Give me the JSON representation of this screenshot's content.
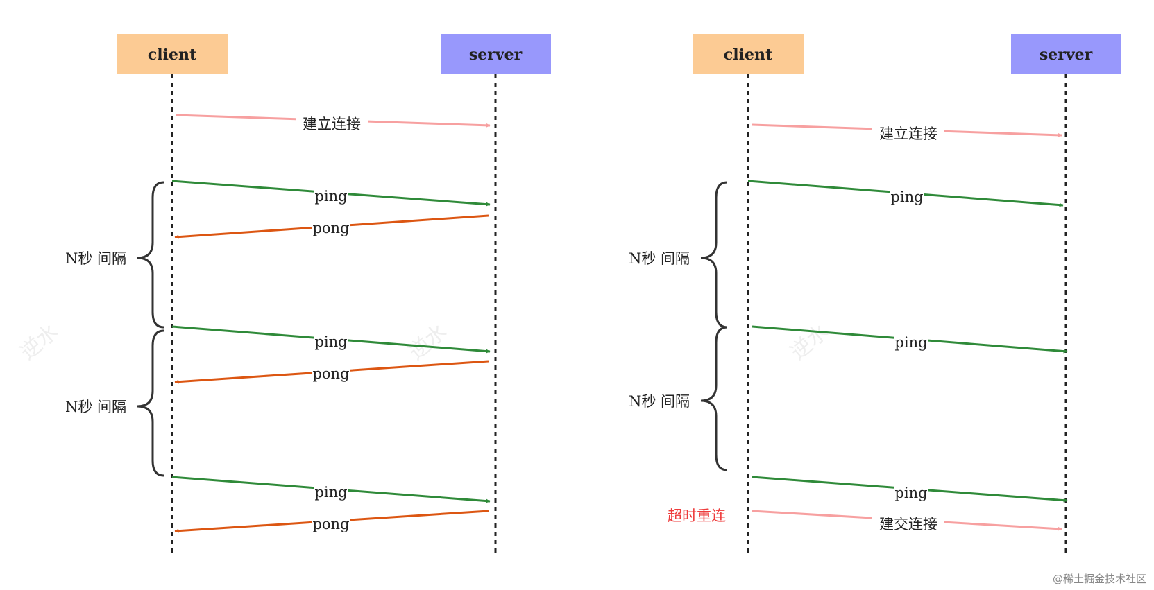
{
  "colors": {
    "client_box": "#fccb94",
    "server_box": "#9898fc",
    "connect_arrow": "#f7a0a0",
    "ping_arrow": "#2f8a39",
    "pong_arrow": "#dc5612",
    "lifeline": "#222222",
    "brace": "#333333",
    "reconnect_text": "#ee3b3b"
  },
  "left": {
    "client_label": "client",
    "server_label": "server",
    "messages": [
      {
        "label": "建立连接",
        "kind": "connect"
      },
      {
        "label": "ping",
        "kind": "ping"
      },
      {
        "label": "pong",
        "kind": "pong"
      },
      {
        "label": "ping",
        "kind": "ping"
      },
      {
        "label": "pong",
        "kind": "pong"
      },
      {
        "label": "ping",
        "kind": "ping"
      },
      {
        "label": "pong",
        "kind": "pong"
      }
    ],
    "interval_labels": [
      "N秒 间隔",
      "N秒 间隔"
    ]
  },
  "right": {
    "client_label": "client",
    "server_label": "server",
    "messages": [
      {
        "label": "建立连接",
        "kind": "connect"
      },
      {
        "label": "ping",
        "kind": "ping"
      },
      {
        "label": "ping",
        "kind": "ping"
      },
      {
        "label": "ping",
        "kind": "ping"
      },
      {
        "label": "建交连接",
        "kind": "connect"
      }
    ],
    "interval_labels": [
      "N秒 间隔",
      "N秒 间隔"
    ],
    "timeout_label": "超时重连"
  },
  "watermark_text": "逆水",
  "credit": "@稀土掘金技术社区"
}
